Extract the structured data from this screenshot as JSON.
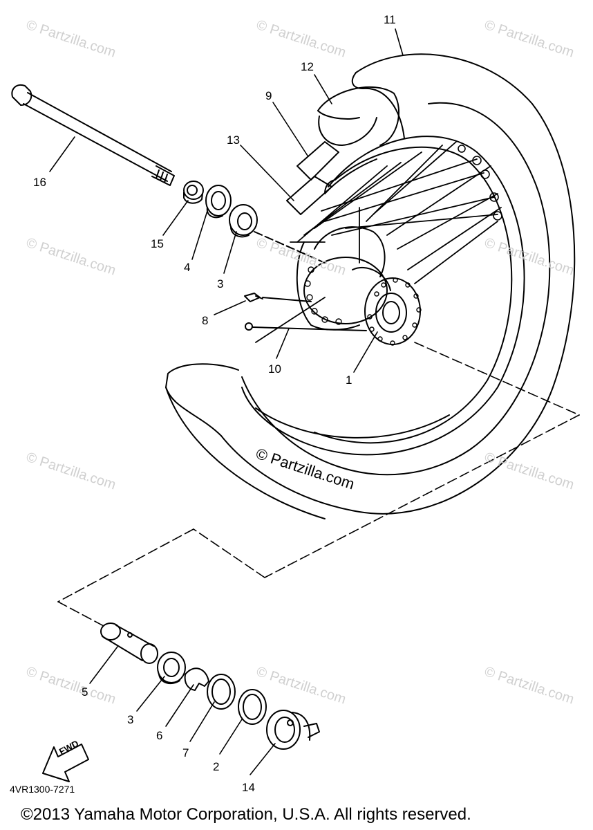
{
  "callouts": {
    "c1": "1",
    "c2": "2",
    "c3a": "3",
    "c3b": "3",
    "c4": "4",
    "c5": "5",
    "c6": "6",
    "c7": "7",
    "c8": "8",
    "c9": "9",
    "c10": "10",
    "c11": "11",
    "c12": "12",
    "c13": "13",
    "c14": "14",
    "c15": "15",
    "c16": "16"
  },
  "watermark": "© Partzilla.com",
  "fwd_label": "FWD",
  "diagram_code": "4VR1300-7271",
  "copyright": "©2013  Yamaha Motor Corporation, U.S.A. All rights reserved."
}
